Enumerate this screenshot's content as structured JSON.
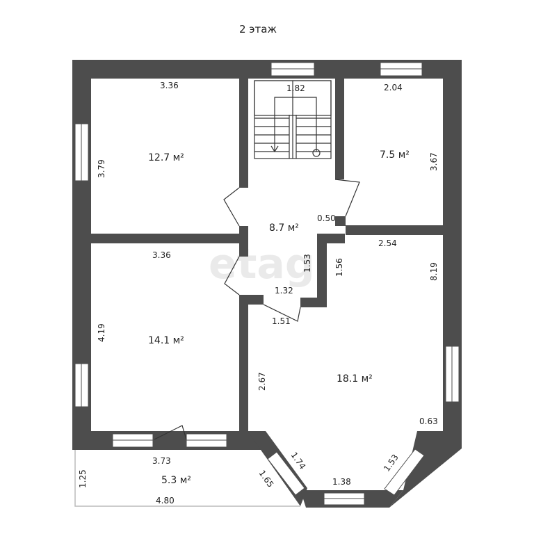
{
  "title": "2 этаж",
  "watermark": "etagi",
  "colors": {
    "wall": "#4d4d4d",
    "window": "#ffffff",
    "text": "#222222",
    "watermark": "#eaeaea"
  },
  "rooms": [
    {
      "id": "room-top-left",
      "area": "12.7 м²"
    },
    {
      "id": "room-hall",
      "area": "8.7 м²"
    },
    {
      "id": "room-top-right",
      "area": "7.5 м²"
    },
    {
      "id": "room-bottom-left",
      "area": "14.1 м²"
    },
    {
      "id": "room-bottom-right",
      "area": "18.1 м²"
    },
    {
      "id": "balcony",
      "area": "5.3 м²"
    }
  ],
  "dimensions": {
    "d1": "3.36",
    "d2": "1.82",
    "d3": "2.04",
    "d4": "3.79",
    "d5": "3.67",
    "d6": "0.50",
    "d7": "3.36",
    "d8": "2.54",
    "d9": "1.53",
    "d10": "1.56",
    "d11": "8.19",
    "d12": "1.32",
    "d13": "1.51",
    "d14": "4.19",
    "d15": "2.67",
    "d16": "0.63",
    "d17": "3.73",
    "d18": "1.74",
    "d19": "1.53",
    "d20": "1.25",
    "d21": "1.65",
    "d22": "1.38",
    "d23": "4.80"
  }
}
